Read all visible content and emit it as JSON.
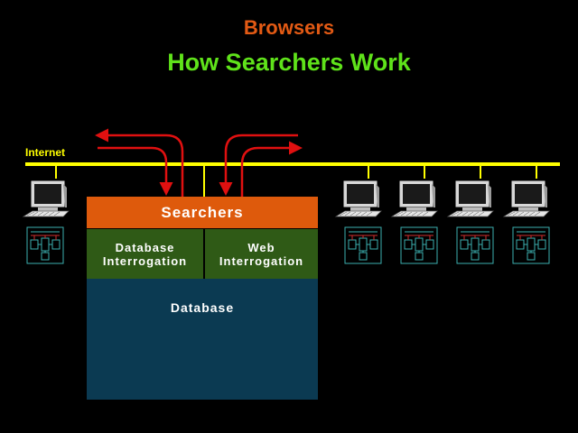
{
  "header": {
    "supertitle": "Browsers",
    "title": "How Searchers Work"
  },
  "network": {
    "label": "Internet",
    "color": "#ffff00"
  },
  "system": {
    "searchers_label": "Searchers",
    "database_interrogation_label": "Database Interrogation",
    "web_interrogation_label": "Web Interrogation",
    "database_label": "Database"
  },
  "colors": {
    "supertitle": "#e35a14",
    "title": "#5fe21a",
    "searchers": "#de5a0c",
    "interrogation": "#2f5a16",
    "database": "#0b3a52",
    "arrows": "#e01010",
    "terminal_outline": "#3bb0b0"
  },
  "icons": [
    "computer-icon",
    "block-diagram-icon",
    "arrow-icon"
  ]
}
